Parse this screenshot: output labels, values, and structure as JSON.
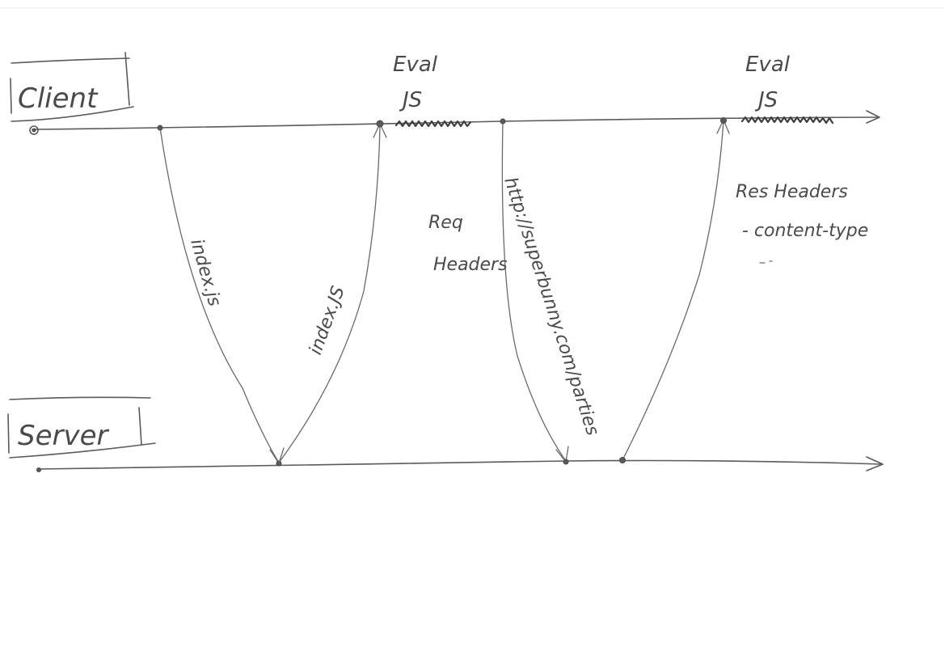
{
  "diagram": {
    "actors": {
      "client": "Client",
      "server": "Server"
    },
    "client_notes": {
      "eval_1_line1": "Eval",
      "eval_1_line2": "JS",
      "eval_2_line1": "Eval",
      "eval_2_line2": "JS"
    },
    "messages": {
      "request_1": "index.js",
      "response_1": "index.JS",
      "request_2": "http://superbunny.com/parties",
      "response_2": ""
    },
    "annotations": {
      "req_headers_line1": "Req",
      "req_headers_line2": "Headers",
      "res_headers_line1": "Res Headers",
      "res_headers_line2": "- content-type"
    }
  },
  "colors": {
    "pencil": "#5a5a5a",
    "paper": "#ffffff"
  }
}
